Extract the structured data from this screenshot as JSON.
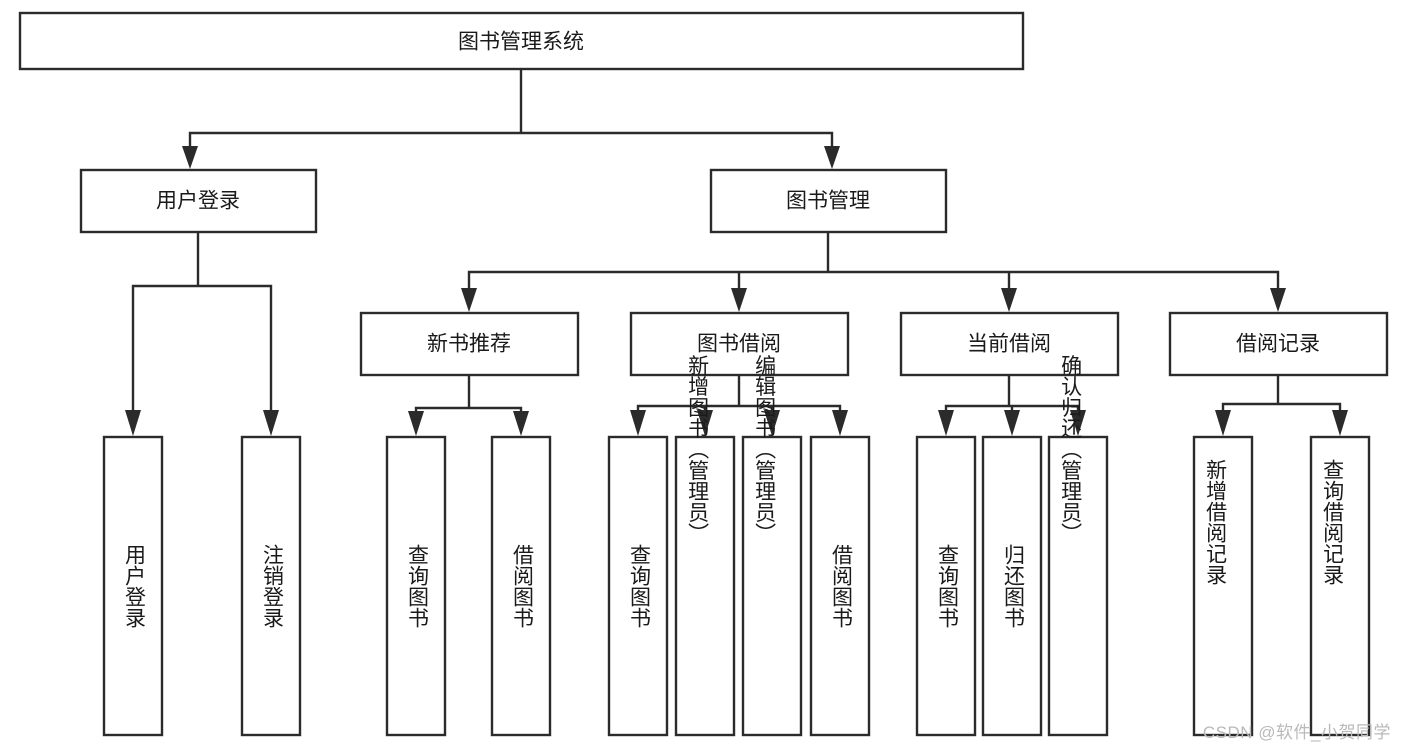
{
  "diagram": {
    "type": "hierarchy-tree",
    "title": "图书管理系统",
    "orientation": "top-down",
    "colors": {
      "box_fill": "#ffffff",
      "box_stroke": "#2b2b2b",
      "text": "#1a1a1a",
      "watermark": "#b9b9b9",
      "background": "#ffffff"
    },
    "root": {
      "label": "图书管理系统"
    },
    "level2": [
      {
        "id": "user-login",
        "label": "用户登录"
      },
      {
        "id": "book-manage",
        "label": "图书管理"
      }
    ],
    "level3": [
      {
        "id": "new-book-recommend",
        "label": "新书推荐",
        "parent": "book-manage"
      },
      {
        "id": "book-borrow",
        "label": "图书借阅",
        "parent": "book-manage"
      },
      {
        "id": "current-borrow",
        "label": "当前借阅",
        "parent": "book-manage"
      },
      {
        "id": "borrow-record",
        "label": "借阅记录",
        "parent": "book-manage"
      }
    ],
    "leaves": {
      "user-login": [
        {
          "id": "leaf-user-login",
          "label": "用户登录"
        },
        {
          "id": "leaf-user-logout",
          "label": "注销登录"
        }
      ],
      "new-book-recommend": [
        {
          "id": "leaf-query-book-1",
          "label": "查询图书"
        },
        {
          "id": "leaf-borrow-book-1",
          "label": "借阅图书"
        }
      ],
      "book-borrow": [
        {
          "id": "leaf-query-book-2",
          "label": "查询图书"
        },
        {
          "id": "leaf-add-book",
          "label": "新增图书（管理员）"
        },
        {
          "id": "leaf-edit-book",
          "label": "编辑图书（管理员）"
        },
        {
          "id": "leaf-borrow-book-2",
          "label": "借阅图书"
        }
      ],
      "current-borrow": [
        {
          "id": "leaf-query-book-3",
          "label": "查询图书"
        },
        {
          "id": "leaf-return-book",
          "label": "归还图书"
        },
        {
          "id": "leaf-confirm-return",
          "label": "确认归还（管理员）"
        }
      ],
      "borrow-record": [
        {
          "id": "leaf-add-record",
          "label": "新增借阅记录"
        },
        {
          "id": "leaf-query-record",
          "label": "查询借阅记录"
        }
      ]
    }
  },
  "watermark": {
    "text": "CSDN @软件_小贺同学"
  }
}
